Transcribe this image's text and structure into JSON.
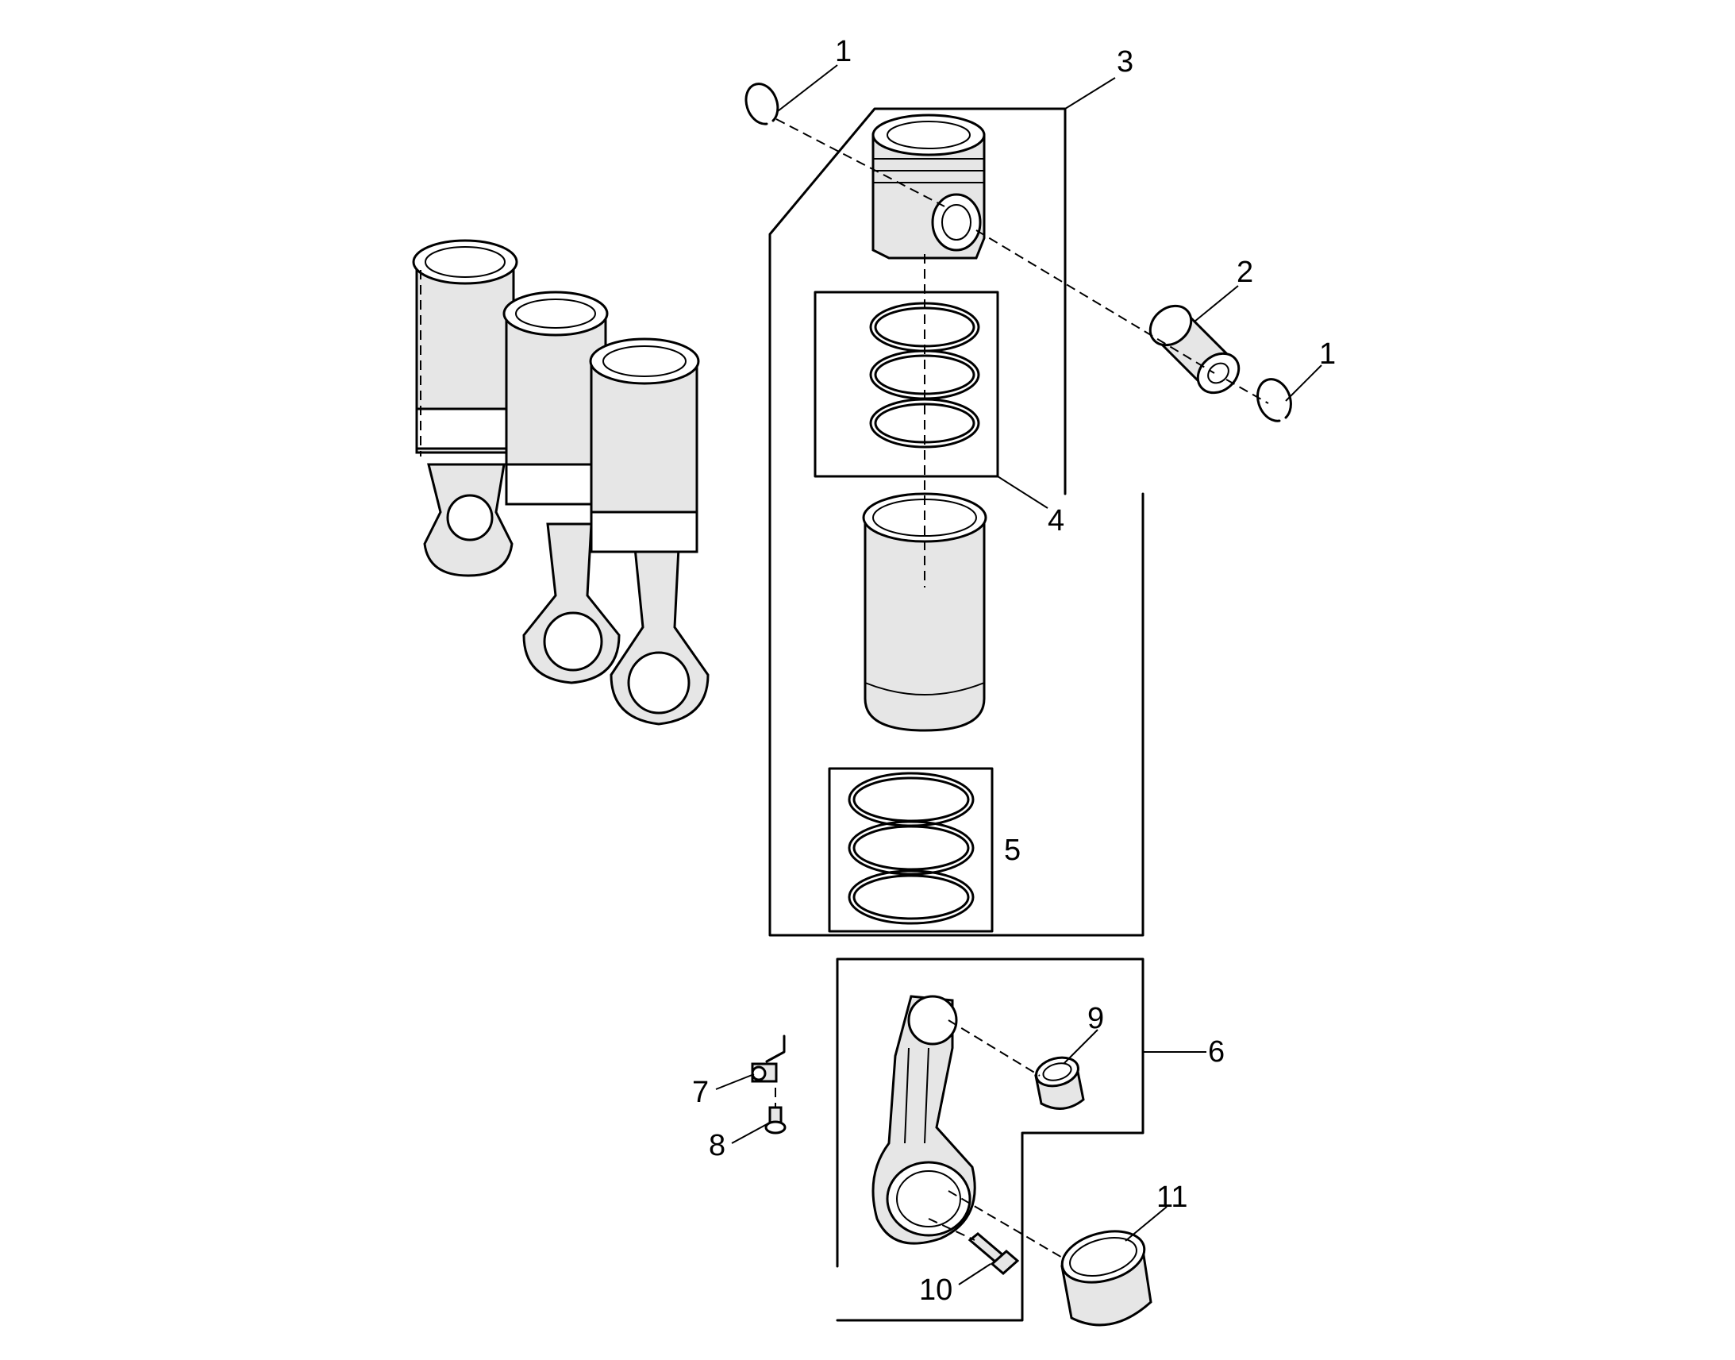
{
  "diagram": {
    "callouts": [
      {
        "id": "snap-ring-top",
        "label": "1"
      },
      {
        "id": "piston-pin",
        "label": "2"
      },
      {
        "id": "cylinder-kit",
        "label": "3"
      },
      {
        "id": "piston-ring-set",
        "label": "4"
      },
      {
        "id": "liner-seal-rings",
        "label": "5"
      },
      {
        "id": "connecting-rod-assembly",
        "label": "6"
      },
      {
        "id": "piston-cooling-nozzle",
        "label": "7"
      },
      {
        "id": "nozzle-bolt",
        "label": "8"
      },
      {
        "id": "small-end-bushing",
        "label": "9"
      },
      {
        "id": "rod-bolt",
        "label": "10"
      },
      {
        "id": "big-end-bearing",
        "label": "11"
      },
      {
        "id": "snap-ring-right",
        "label": "1"
      }
    ]
  }
}
